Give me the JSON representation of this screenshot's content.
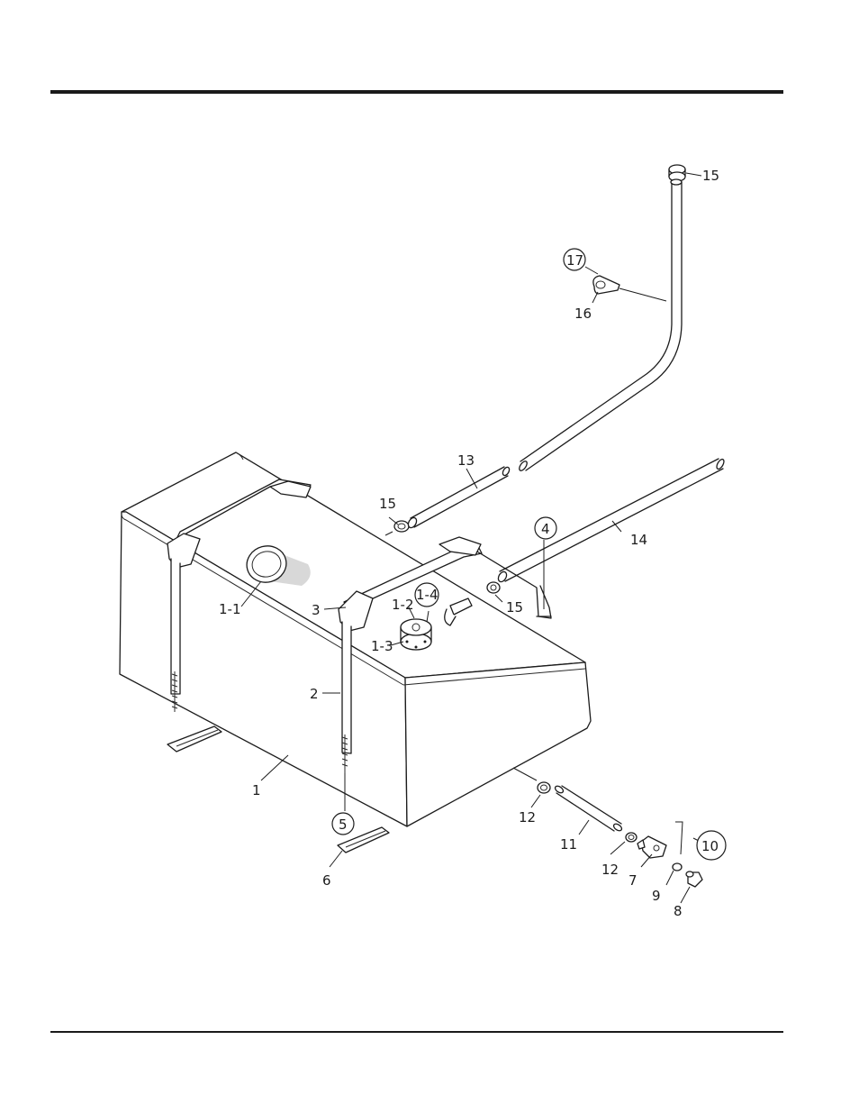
{
  "labels": {
    "l15_top": "15",
    "l17": "17",
    "l16": "16",
    "l13": "13",
    "l15_mid": "15",
    "l14": "14",
    "l4": "4",
    "l1_1": "1-1",
    "l3": "3",
    "l1_2": "1-2",
    "l1_4": "1-4",
    "l1_3": "1-3",
    "l15_low": "15",
    "l2": "2",
    "l1": "1",
    "l5": "5",
    "l6": "6",
    "l12_a": "12",
    "l11": "11",
    "l12_b": "12",
    "l10": "10",
    "l7": "7",
    "l9": "9",
    "l8": "8"
  },
  "colors": {
    "line": "#1c1c1c",
    "background": "#ffffff"
  }
}
